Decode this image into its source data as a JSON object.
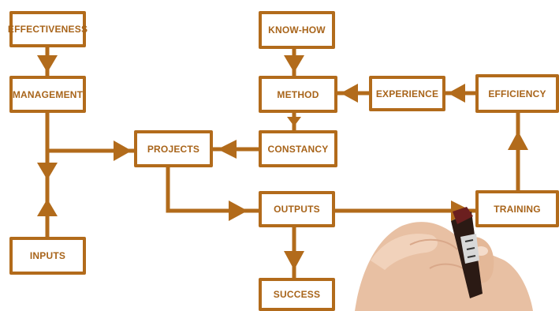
{
  "colors": {
    "line": "#b26b1b",
    "text": "#a8641a",
    "skin": "#e9c2a6",
    "marker": "#2b1a14"
  },
  "diagram": {
    "nodes": {
      "effectiveness": "EFFECTIVENESS",
      "management": "MANAGEMENT",
      "inputs": "INPUTS",
      "projects": "PROJECTS",
      "know_how": "KNOW-HOW",
      "method": "METHOD",
      "constancy": "CONSTANCY",
      "experience": "EXPERIENCE",
      "efficiency": "EFFICIENCY",
      "outputs": "OUTPUTS",
      "success": "SUCCESS",
      "training": "TRAINING"
    },
    "edges": [
      {
        "from": "effectiveness",
        "to": "management"
      },
      {
        "from": "know_how",
        "to": "method"
      },
      {
        "from": "method",
        "to": "constancy"
      },
      {
        "from": "experience",
        "to": "method"
      },
      {
        "from": "efficiency",
        "to": "experience"
      },
      {
        "from": "constancy",
        "to": "projects"
      },
      {
        "from": "management",
        "to": "projects"
      },
      {
        "from": "inputs",
        "to": "projects"
      },
      {
        "from": "projects",
        "to": "outputs"
      },
      {
        "from": "outputs",
        "to": "success"
      },
      {
        "from": "outputs",
        "to": "training"
      },
      {
        "from": "training",
        "to": "efficiency"
      }
    ]
  },
  "decoration": {
    "hand": "hand-holding-marker"
  }
}
